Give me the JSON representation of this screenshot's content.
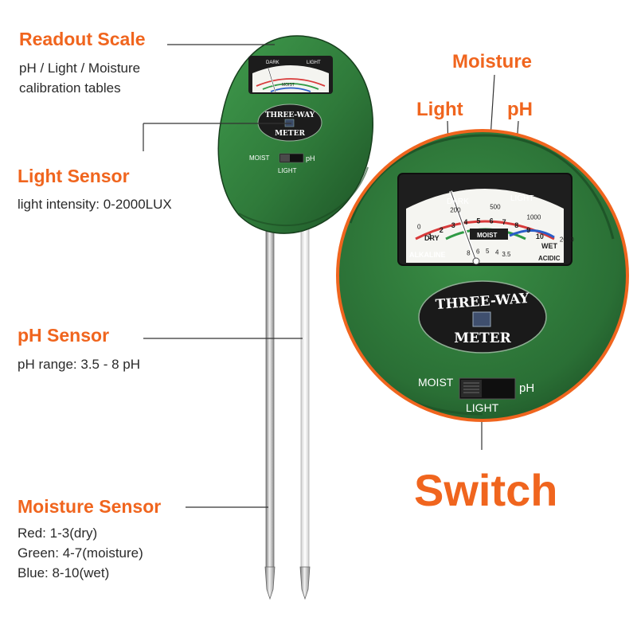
{
  "callouts": {
    "readout": {
      "title": "Readout Scale",
      "lines": [
        "pH / Light / Moisture",
        "calibration tables"
      ]
    },
    "light": {
      "title": "Light Sensor",
      "lines": [
        "light intensity: 0-2000LUX"
      ]
    },
    "ph": {
      "title": "pH Sensor",
      "lines": [
        "pH range: 3.5 - 8 pH"
      ]
    },
    "moisture": {
      "title": "Moisture Sensor",
      "lines": [
        "Red: 1-3(dry)",
        "Green: 4-7(moisture)",
        "Blue: 8-10(wet)"
      ]
    }
  },
  "zoom": {
    "moisture": "Moisture",
    "light": "Light",
    "ph": "pH",
    "switch": "Switch"
  },
  "device": {
    "brand_top": "THREE-WAY",
    "brand_bottom": "METER",
    "switch_left": "MOIST",
    "switch_right": "pH",
    "switch_bottom": "LIGHT",
    "dial": {
      "dark": "DARK",
      "light": "LIGHT",
      "dry": "DRY",
      "wet": "WET",
      "moist": "MOIST",
      "alkaline": "ALKALINE",
      "acidic": "ACIDIC",
      "light_scale": [
        "0",
        "200",
        "500",
        "1000",
        "2000"
      ],
      "moist_scale": [
        "1",
        "2",
        "3",
        "4",
        "5",
        "6",
        "7",
        "8",
        "9",
        "10"
      ],
      "ph_scale": [
        "8",
        "6",
        "5",
        "4",
        "3.5"
      ]
    }
  },
  "colors": {
    "accent": "#f0651e",
    "body": "#2f7a3a",
    "body_dark": "#1d5326",
    "dry": "#d83a3a",
    "moist": "#2f9a45",
    "wet": "#2a5ec8"
  }
}
